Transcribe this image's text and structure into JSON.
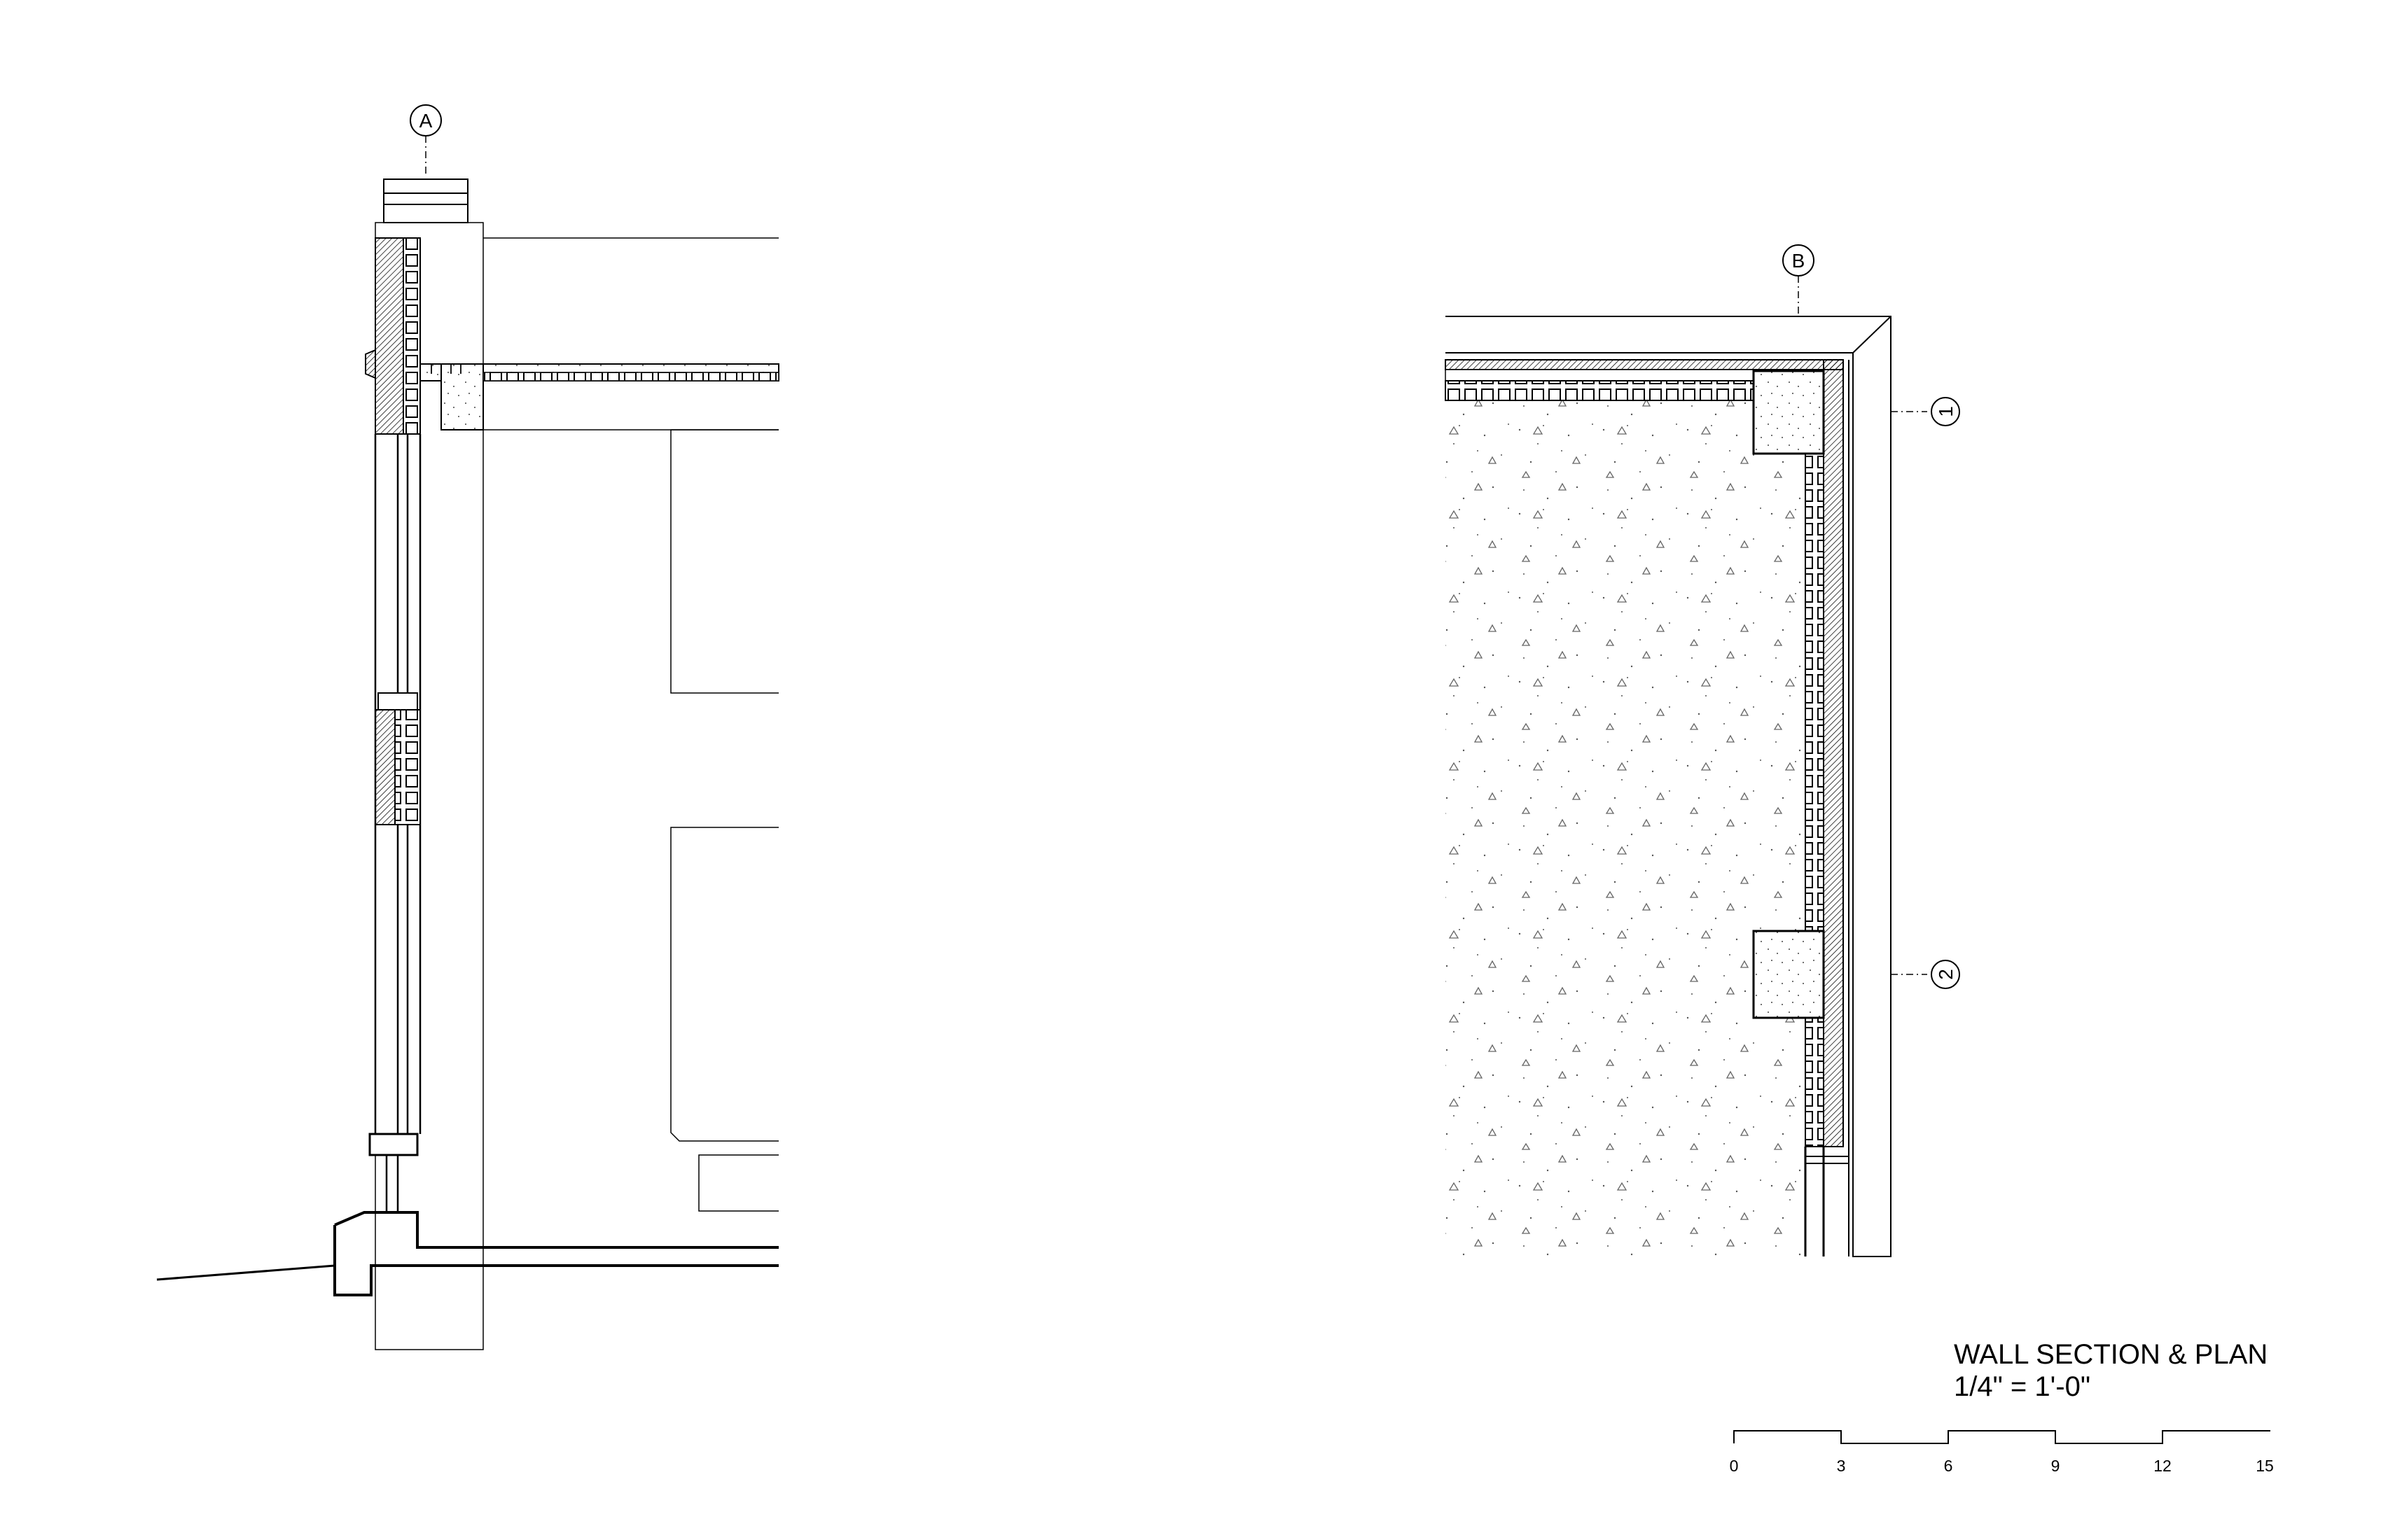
{
  "drawing": {
    "title": "WALL SECTION & PLAN",
    "scale_note": "1/4\" = 1'-0\""
  },
  "grid_tags": {
    "section": "A",
    "plan": "B",
    "row_1": "1",
    "row_2": "2"
  },
  "scale_bar": {
    "ticks": [
      "0",
      "3",
      "6",
      "9",
      "12",
      "15"
    ]
  }
}
